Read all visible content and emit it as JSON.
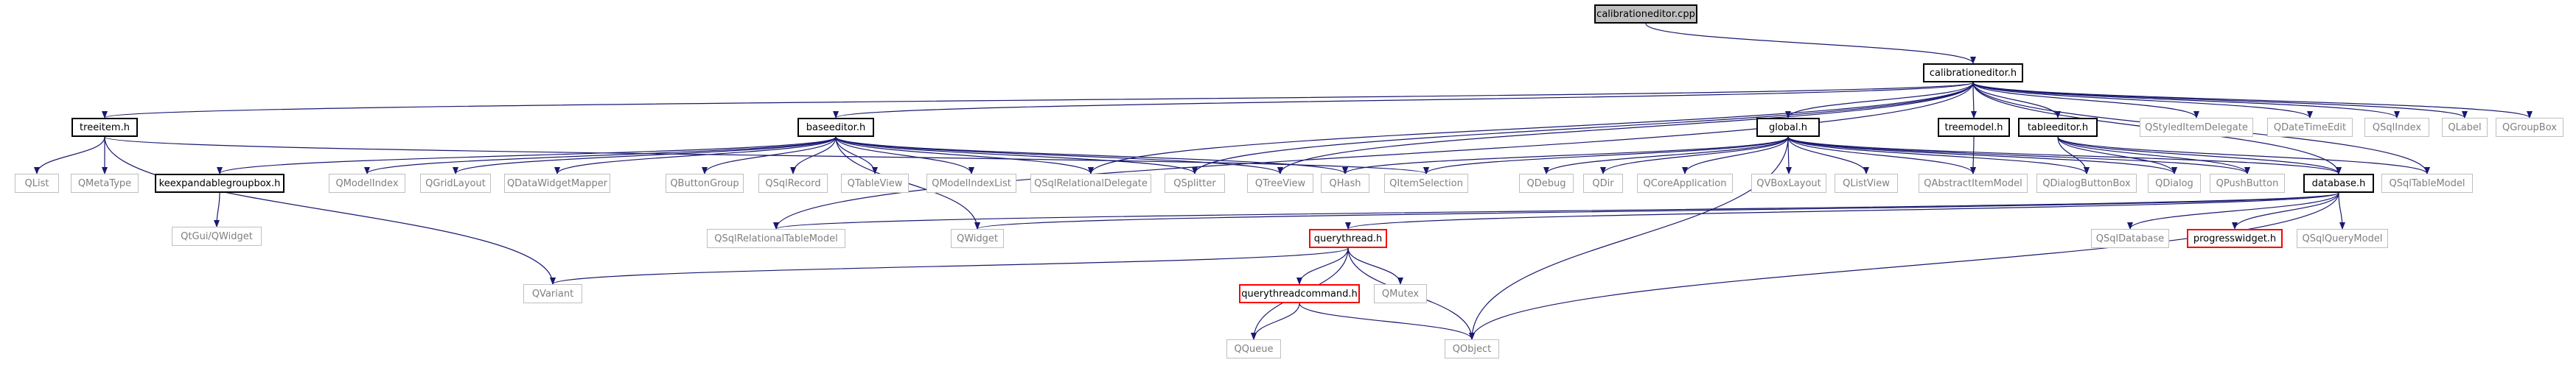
{
  "graph": {
    "colors": {
      "edge": "#191970",
      "root_fill": "#bfbfbf",
      "local_border": "#000000",
      "external_border": "#bfbfbf",
      "external_text": "#7f7f7f",
      "incomplete_border": "#ff0000"
    },
    "nodes": {
      "calibrationeditor_cpp": "calibrationeditor.cpp",
      "calibrationeditor_h": "calibrationeditor.h",
      "treeitem_h": "treeitem.h",
      "baseeditor_h": "baseeditor.h",
      "global_h": "global.h",
      "treemodel_h": "treemodel.h",
      "tableeditor_h": "tableeditor.h",
      "qstyleditemdelegate": "QStyledItemDelegate",
      "qdatetimeedit": "QDateTimeEdit",
      "qsqlindex": "QSqlIndex",
      "qlabel": "QLabel",
      "qgroupbox": "QGroupBox",
      "qlist": "QList",
      "qmetatype": "QMetaType",
      "keexpandablegroupbox_h": "keexpandablegroupbox.h",
      "qtgui_qwidget": "QtGui/QWidget",
      "qmodelindex": "QModelIndex",
      "qgridlayout": "QGridLayout",
      "qdatawidgetmapper": "QDataWidgetMapper",
      "qbuttongroup": "QButtonGroup",
      "qsqlrecord": "QSqlRecord",
      "qtableview": "QTableView",
      "qmodelindexlist": "QModelIndexList",
      "qsqlrelationaldelegate": "QSqlRelationalDelegate",
      "qsplitter": "QSplitter",
      "qtreeview": "QTreeView",
      "qhash": "QHash",
      "qitemselection": "QItemSelection",
      "qdebug": "QDebug",
      "qdir": "QDir",
      "qcoreapplication": "QCoreApplication",
      "qvboxlayout": "QVBoxLayout",
      "qlistview": "QListView",
      "qabstractitemmodel": "QAbstractItemModel",
      "qdialogbuttonbox": "QDialogButtonBox",
      "qdialog": "QDialog",
      "qpushbutton": "QPushButton",
      "database_h": "database.h",
      "qsqltablemodel": "QSqlTableModel",
      "qsqlrelationaltablemodel": "QSqlRelationalTableModel",
      "qwidget": "QWidget",
      "querythread_h": "querythread.h",
      "qsqldatabase": "QSqlDatabase",
      "progresswidget_h": "progresswidget.h",
      "qsqlquerymodel": "QSqlQueryModel",
      "qvariant": "QVariant",
      "querythreadcommand_h": "querythreadcommand.h",
      "qmutex": "QMutex",
      "qqueue": "QQueue",
      "qobject": "QObject"
    }
  }
}
